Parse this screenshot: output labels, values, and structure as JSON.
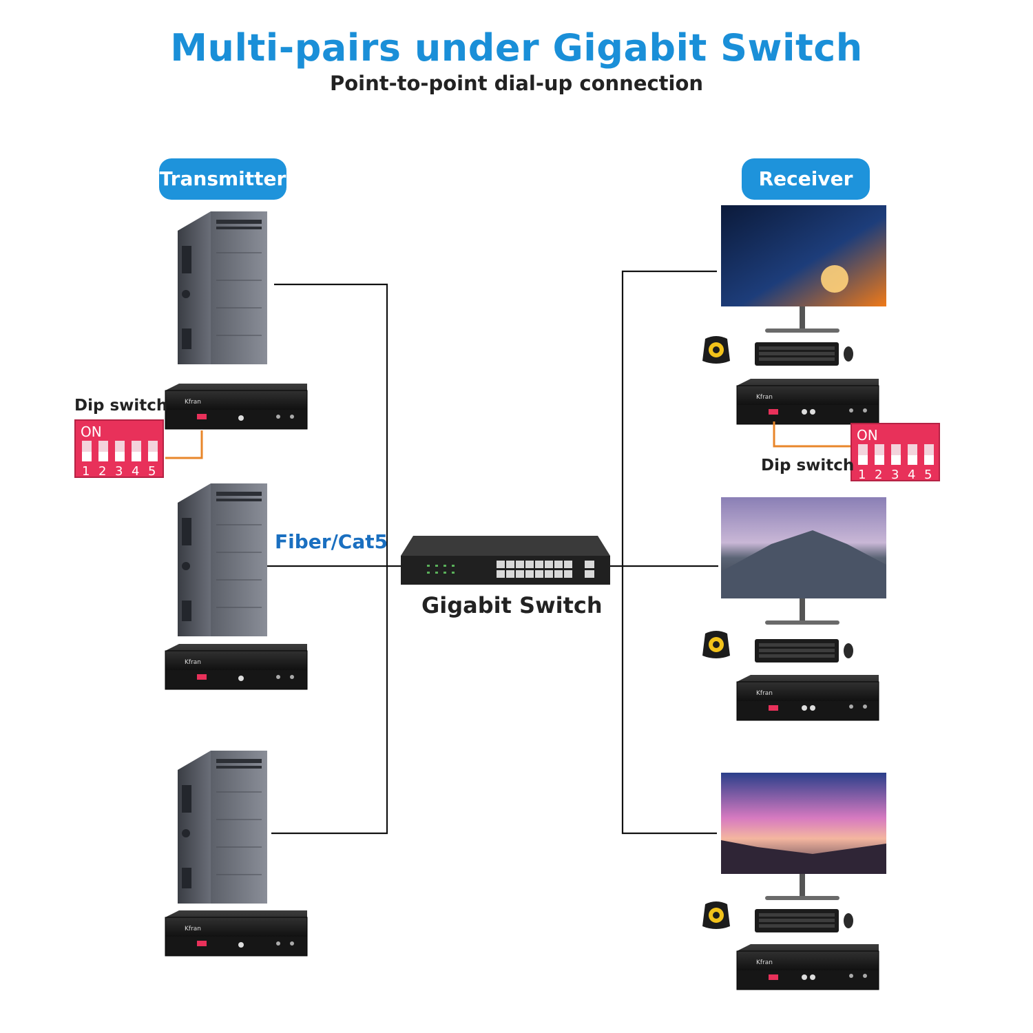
{
  "title": "Multi-pairs under Gigabit Switch",
  "subtitle": "Point-to-point dial-up connection",
  "transmitter_label": "Transmitter",
  "receiver_label": "Receiver",
  "cable_label": "Fiber/Cat5",
  "switch_label": "Gigabit Switch",
  "dip_switch_label": "Dip switch",
  "dip_switch": {
    "on_text": "ON",
    "positions": [
      "1",
      "2",
      "3",
      "4",
      "5"
    ]
  },
  "device_brand": "Kfran",
  "colors": {
    "accent": "#1e93db",
    "dip_red": "#e8315a",
    "link_orange": "#e8862a"
  }
}
